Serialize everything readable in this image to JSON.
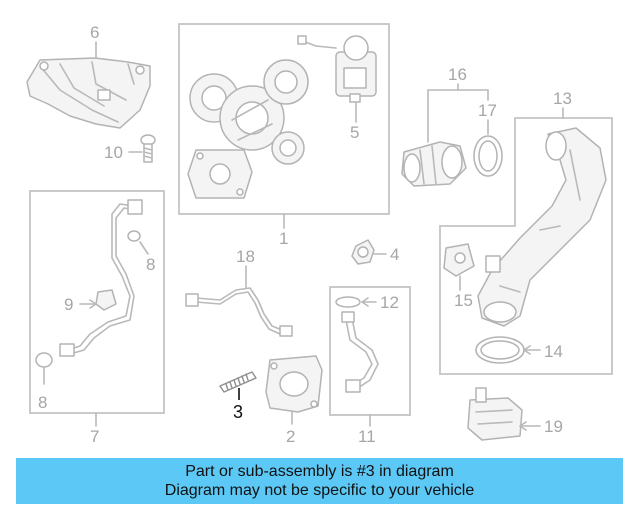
{
  "callouts": {
    "n1": "1",
    "n2": "2",
    "n3": "3",
    "n4": "4",
    "n5": "5",
    "n6": "6",
    "n7": "7",
    "n8a": "8",
    "n8b": "8",
    "n9": "9",
    "n10": "10",
    "n11": "11",
    "n12": "12",
    "n13": "13",
    "n14": "14",
    "n15": "15",
    "n16": "16",
    "n17": "17",
    "n18": "18",
    "n19": "19"
  },
  "highlighted_part": "3",
  "colors": {
    "banner": "#5bc8f5",
    "highlight": "#111111",
    "lines": "#b9b9b9"
  },
  "banner": {
    "line1": "Part or sub-assembly is #3 in diagram",
    "line2": "Diagram may not be specific to your vehicle"
  }
}
